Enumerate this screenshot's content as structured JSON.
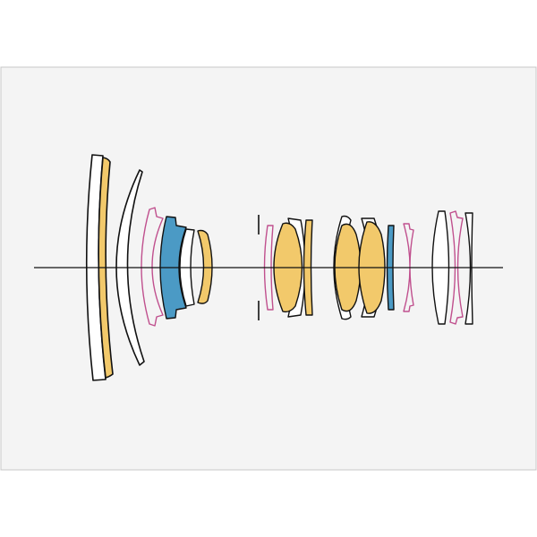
{
  "colors": {
    "background": "#f4f4f4",
    "border": "#c8c8c8",
    "outline": "#111111",
    "axis": "#111111",
    "clear_element": "#ffffff",
    "ed_glass": "#f2c96b",
    "aspherical": "#c0508e",
    "fluorite_like": "#4b9ac5"
  },
  "diagram": {
    "type": "optical-lens-construction",
    "element_colors": [
      "clear",
      "ed-yellow",
      "blue",
      "pink-aspherical-outline"
    ],
    "has_optical_axis": true,
    "has_aperture_stop": true
  }
}
